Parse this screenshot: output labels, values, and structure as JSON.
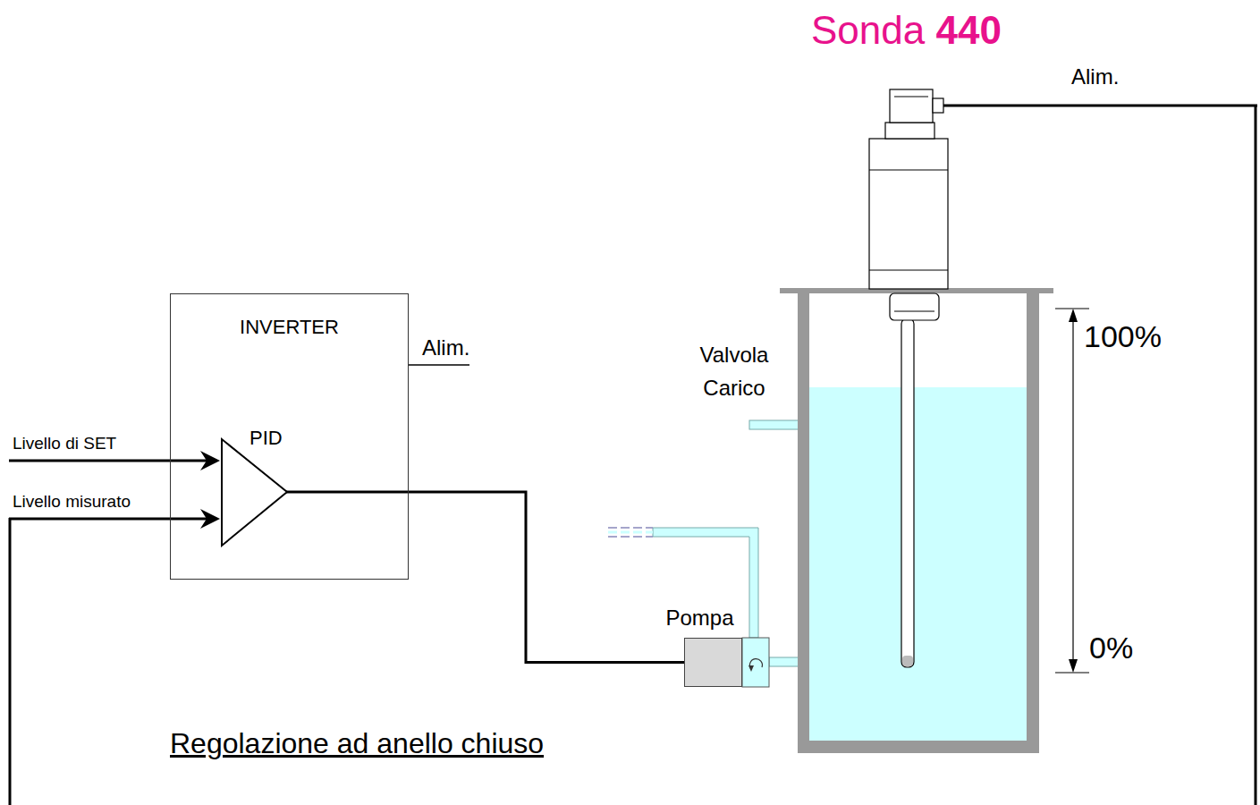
{
  "diagram": {
    "title": "Sonda 440",
    "nodes": [
      {
        "text": [
          "INVERTER"
        ]
      },
      {
        "text": [
          "PID"
        ],
        "in": 0
      },
      {
        "text": [
          "Pompa"
        ]
      }
    ],
    "edges": [
      {
        "from": 1,
        "to": 2,
        "arrow": "none"
      }
    ],
    "labels": [
      "Alim.",
      "100%",
      "Alim.",
      "Valvola Carico",
      "Livello di SET",
      "Livello misurato",
      "0%",
      "Regolazione ad anello chiuso"
    ]
  }
}
